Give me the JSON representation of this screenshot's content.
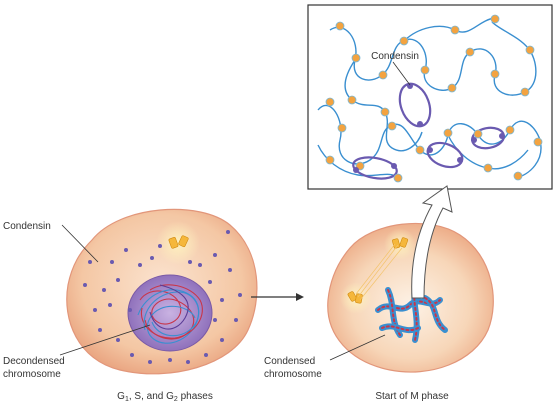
{
  "labels": {
    "condensin_left": "Condensin",
    "decondensed_line1": "Decondensed",
    "decondensed_line2": "chromosome",
    "phases_prefix": "G",
    "phases_sub1": "1",
    "phases_mid": ", S, and G",
    "phases_sub2": "2",
    "phases_suffix": " phases",
    "condensed_line1": "Condensed",
    "condensed_line2": "chromosome",
    "m_phase": "Start of M phase",
    "condensin_inset": "Condensin"
  },
  "colors": {
    "cell_fill": "#f4c7a4",
    "cell_edge": "#e8a07c",
    "nucleus": "#9e7fc2",
    "dna_blue": "#3a8fd0",
    "dna_red": "#c8364a",
    "condensin": "#6a5ab0",
    "centrosome": "#f5b73b"
  }
}
